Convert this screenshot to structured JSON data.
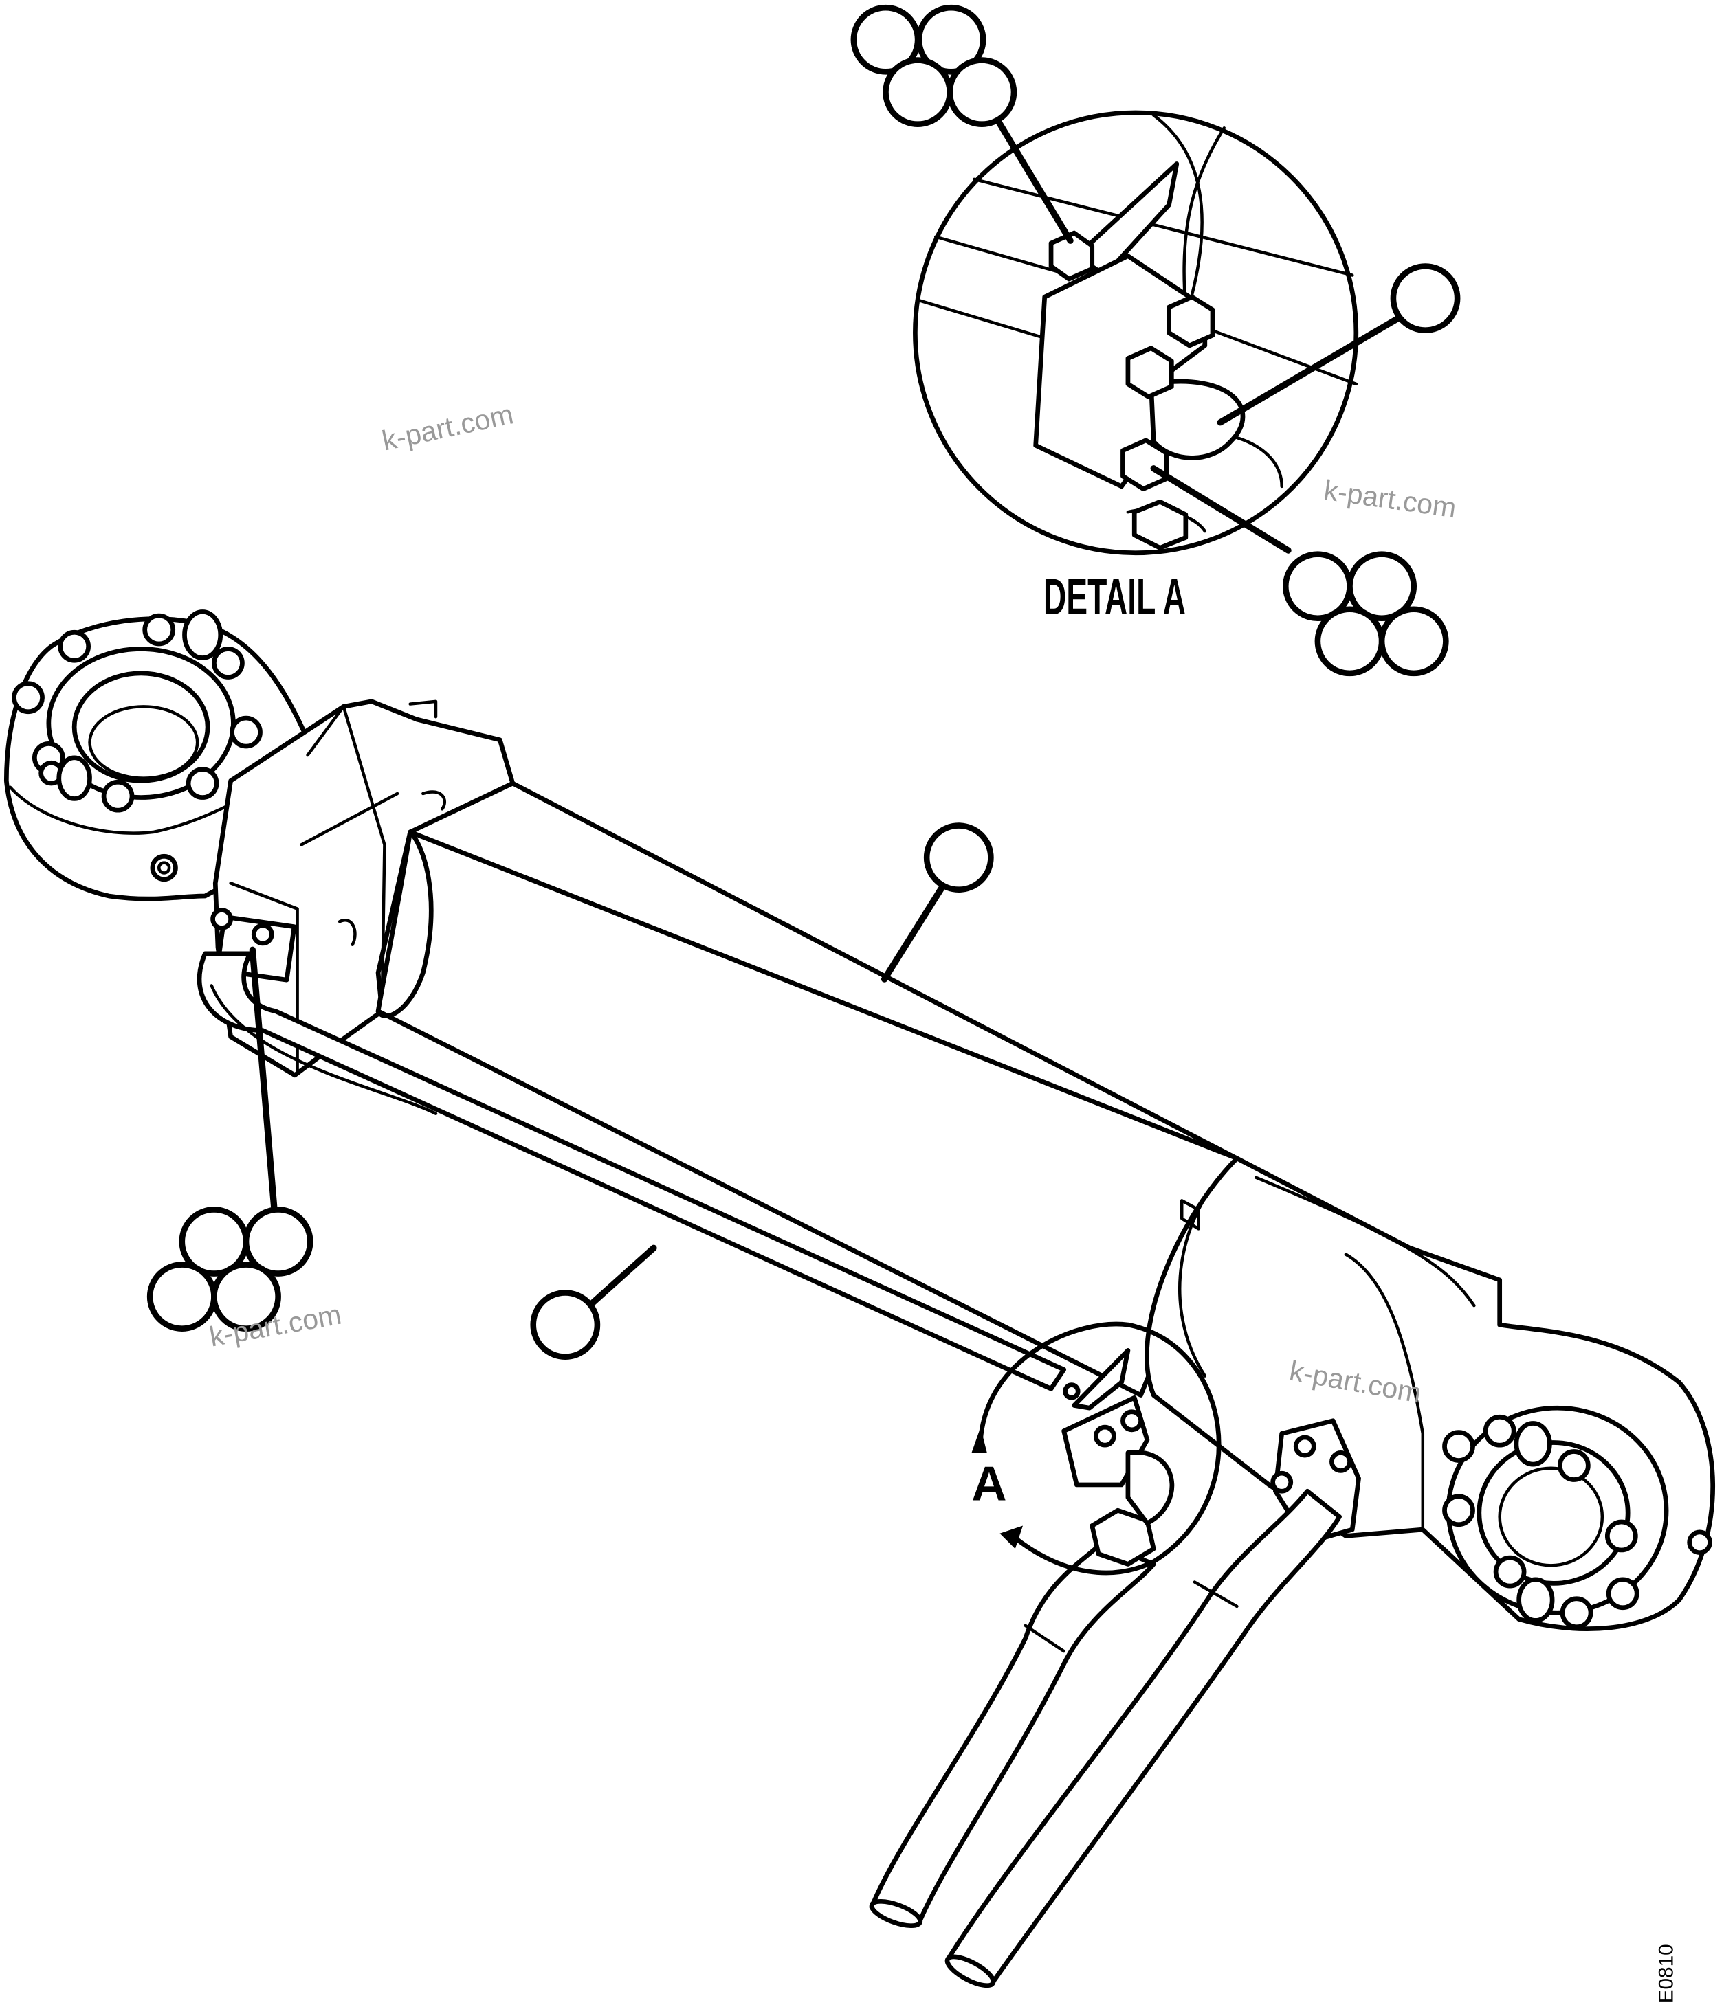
{
  "detail_label": "DETAIL A",
  "view_marker": "A",
  "watermarks": [
    "k-part.com",
    "k-part.com",
    "k-part.com",
    "k-part.com"
  ],
  "drawing_code": "E0810",
  "callout_bubbles_count": 15
}
